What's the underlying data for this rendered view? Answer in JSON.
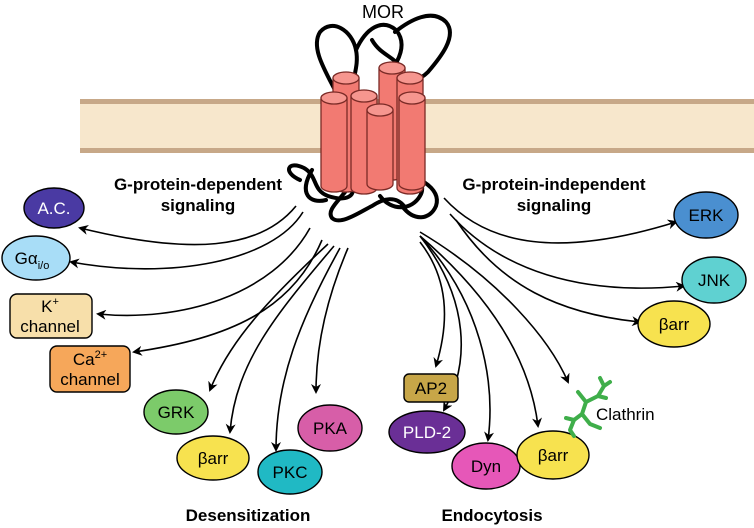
{
  "receptor": {
    "label": "MOR"
  },
  "headings": {
    "g_dependent_line1": "G-protein-dependent",
    "g_dependent_line2": "signaling",
    "g_independent_line1": "G-protein-independent",
    "g_independent_line2": "signaling",
    "desensitization": "Desensitization",
    "endocytosis": "Endocytosis"
  },
  "nodes": {
    "ac": {
      "label": "A.C.",
      "color": "#4a3aa3"
    },
    "gai": {
      "label": "Gα",
      "sub": "i/o",
      "color": "#a8ddf7"
    },
    "k": {
      "label": "K",
      "sup": "+",
      "line2": "channel",
      "color": "#f7dfaa"
    },
    "ca": {
      "label": "Ca",
      "sup": "2+",
      "line2": "channel",
      "color": "#f6a75a"
    },
    "grk": {
      "label": "GRK",
      "color": "#7ccb6a"
    },
    "barr_desens": {
      "label": "βarr",
      "color": "#f7e24f"
    },
    "pkc": {
      "label": "PKC",
      "color": "#20b9c4"
    },
    "pka": {
      "label": "PKA",
      "color": "#d75ea8"
    },
    "ap2": {
      "label": "AP2",
      "color": "#c7a648"
    },
    "pld2": {
      "label": "PLD-2",
      "color": "#6a2f96"
    },
    "dyn": {
      "label": "Dyn",
      "color": "#e657b8"
    },
    "barr_endo": {
      "label": "βarr",
      "color": "#f7e24f"
    },
    "clathrin": {
      "label": "Clathrin",
      "color": "#3fae4a"
    },
    "erk": {
      "label": "ERK",
      "color": "#4a8fd0"
    },
    "jnk": {
      "label": "JNK",
      "color": "#5fd1d1"
    },
    "barr_indep": {
      "label": "βarr",
      "color": "#f7e24f"
    }
  },
  "colors": {
    "membrane": "#f7e7cc",
    "membrane_edge": "#c7a888",
    "helix": "#f27a72",
    "helix_edge": "#7a2a26"
  }
}
